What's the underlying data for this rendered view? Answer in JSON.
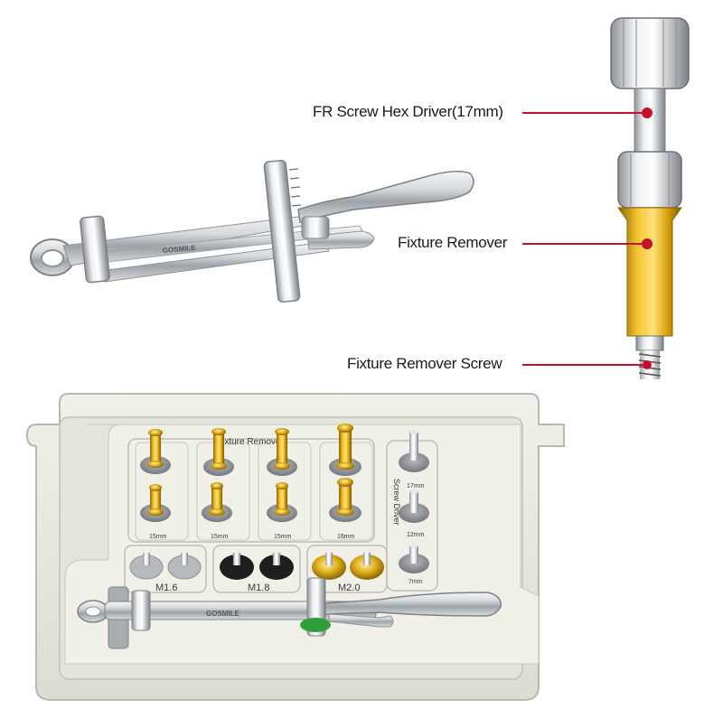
{
  "callouts": {
    "driver": "FR Screw Hex Driver(17mm)",
    "remover": "Fixture Remover",
    "screw": "Fixture Remover Screw"
  },
  "branding": {
    "logo_wrench": "GOSMILE",
    "logo_kit_wrench": "GOSMILE"
  },
  "kit": {
    "section_fixture_remover": "Fixture Remover",
    "section_screw_driver": "Screw Driver",
    "row_labels": {
      "m16": "M1.6",
      "m18": "M1.8",
      "m20": "M2.0"
    },
    "driver_lengths": {
      "top": "17mm",
      "middle": "12mm",
      "bottom": "7mm"
    },
    "remover_lengths": {
      "col1": "15mm",
      "col2": "15mm",
      "col3": "15mm",
      "col4": "16mm"
    }
  },
  "colors": {
    "callout_line": "#c8102e",
    "gold": "#d4a017",
    "steel": "#c8ccd0",
    "tray": "#ebebe2",
    "green_accent": "#2f9e3a",
    "black_holder": "#1e1e1e"
  }
}
